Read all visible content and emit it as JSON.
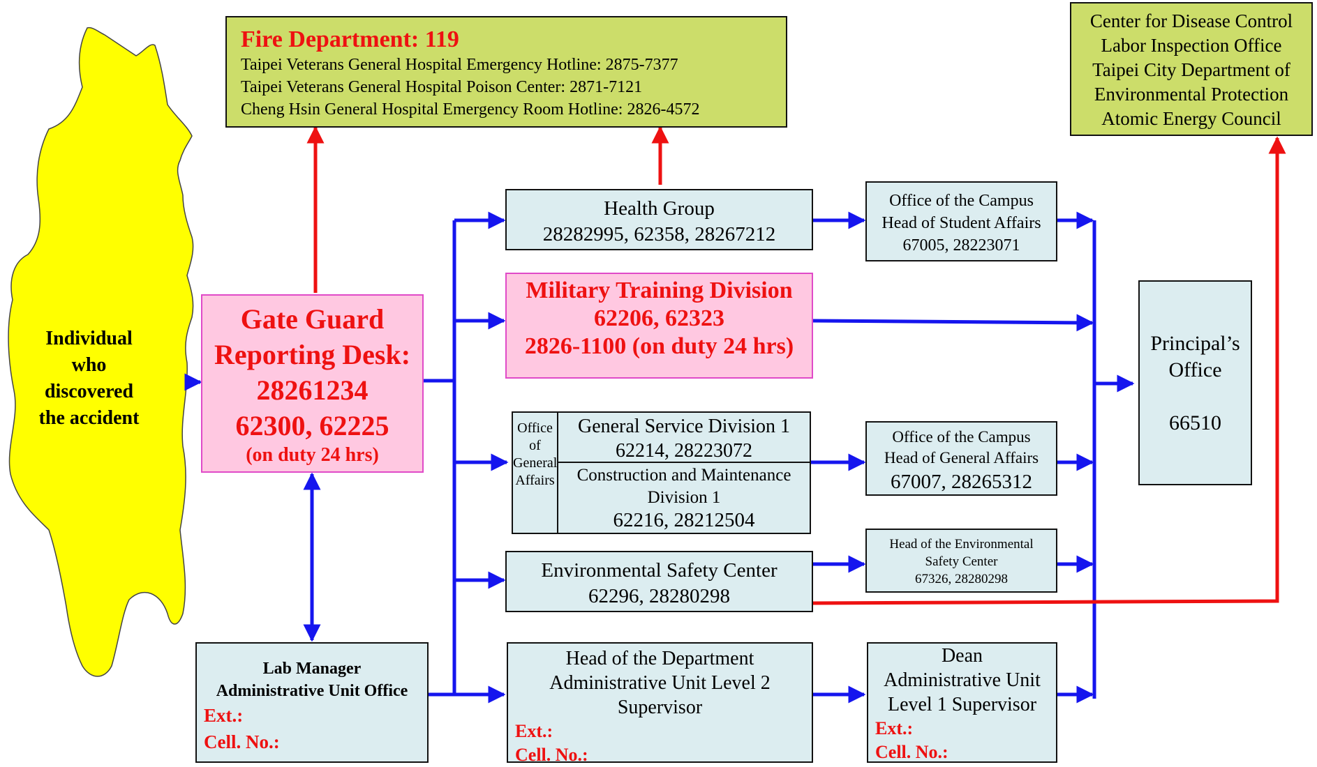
{
  "fire": {
    "title": "Fire Department: 119",
    "lines": [
      "Taipei Veterans General Hospital Emergency Hotline: 2875-7377",
      "Taipei Veterans General Hospital Poison Center: 2871-7121",
      "Cheng Hsin General Hospital Emergency Room Hotline: 2826-4572"
    ]
  },
  "agencies": [
    "Center for Disease Control",
    "Labor Inspection Office",
    "Taipei City Department of",
    "Environmental Protection",
    "Atomic Energy Council"
  ],
  "discoverer": [
    "Individual",
    "who",
    "discovered",
    "the accident"
  ],
  "gate": [
    "Gate Guard",
    "Reporting Desk:",
    "28261234",
    "62300, 62225",
    "(on duty 24 hrs)"
  ],
  "health": {
    "title": "Health Group",
    "phones": "28282995, 62358, 28267212"
  },
  "military": {
    "title": "Military Training Division",
    "phones": "62206, 62323",
    "duty": "2826-1100 (on duty 24 hrs)"
  },
  "general": {
    "office_label": [
      "Office",
      "of",
      "General",
      "Affairs"
    ],
    "div1": {
      "title": "General Service Division 1",
      "phones": "62214, 28223072"
    },
    "div2": {
      "title1": "Construction and Maintenance",
      "title2": "Division 1",
      "phones": "62216, 28212504"
    }
  },
  "env": {
    "title": "Environmental Safety Center",
    "phones": "62296, 28280298"
  },
  "head_dept": {
    "lines": [
      "Head of the Department",
      "Administrative Unit Level 2",
      "Supervisor"
    ],
    "ext": "Ext.:",
    "cell": "Cell. No.:"
  },
  "lab": {
    "lines": [
      "Lab Manager",
      "Administrative Unit Office"
    ],
    "ext": "Ext.:",
    "cell": "Cell. No.:"
  },
  "student_affairs": {
    "lines": [
      "Office of the Campus",
      "Head of Student Affairs"
    ],
    "phones": "67005, 28223071"
  },
  "general_affairs_head": {
    "lines": [
      "Office of the Campus",
      "Head of General Affairs"
    ],
    "phones": "67007, 28265312"
  },
  "env_head": {
    "lines": [
      "Head of the Environmental",
      "Safety Center"
    ],
    "phones": "67326, 28280298"
  },
  "dean": {
    "lines": [
      "Dean",
      "Administrative Unit",
      "Level 1 Supervisor"
    ],
    "ext": "Ext.:",
    "cell": "Cell. No.:"
  },
  "principal": {
    "lines": [
      "Principal’s",
      "Office"
    ],
    "phones": "66510"
  },
  "colors": {
    "blue_arrow": "#1515ee",
    "red_arrow": "#ee1111",
    "green_box": "#ccdd6a",
    "blue_box": "#dcedf0",
    "pink_box": "#ffc8e1",
    "yellow_figure": "#ffff00"
  }
}
